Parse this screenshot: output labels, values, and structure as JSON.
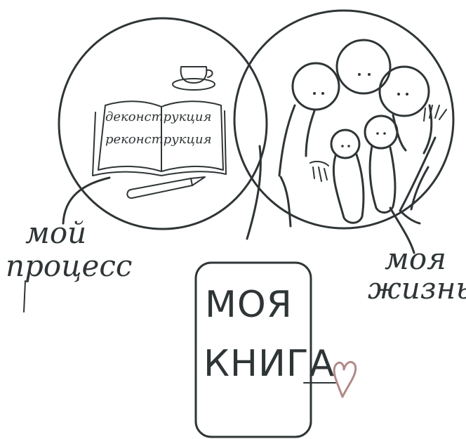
{
  "labels": {
    "left_line1": "мой",
    "left_line2": "процесс",
    "right_line1": "моя",
    "right_line2": "жизнь",
    "book_word1": "деконструкция",
    "book_word2": "реконструкция",
    "center_line1": "МОЯ",
    "center_line2": "КНИГА"
  },
  "colors": {
    "ink": "#2f3536",
    "heart": "#b08a87",
    "background": "#ffffff"
  },
  "icons": [
    "teacup-icon",
    "open-book-icon",
    "pencil-icon",
    "family-icon",
    "heart-icon"
  ]
}
